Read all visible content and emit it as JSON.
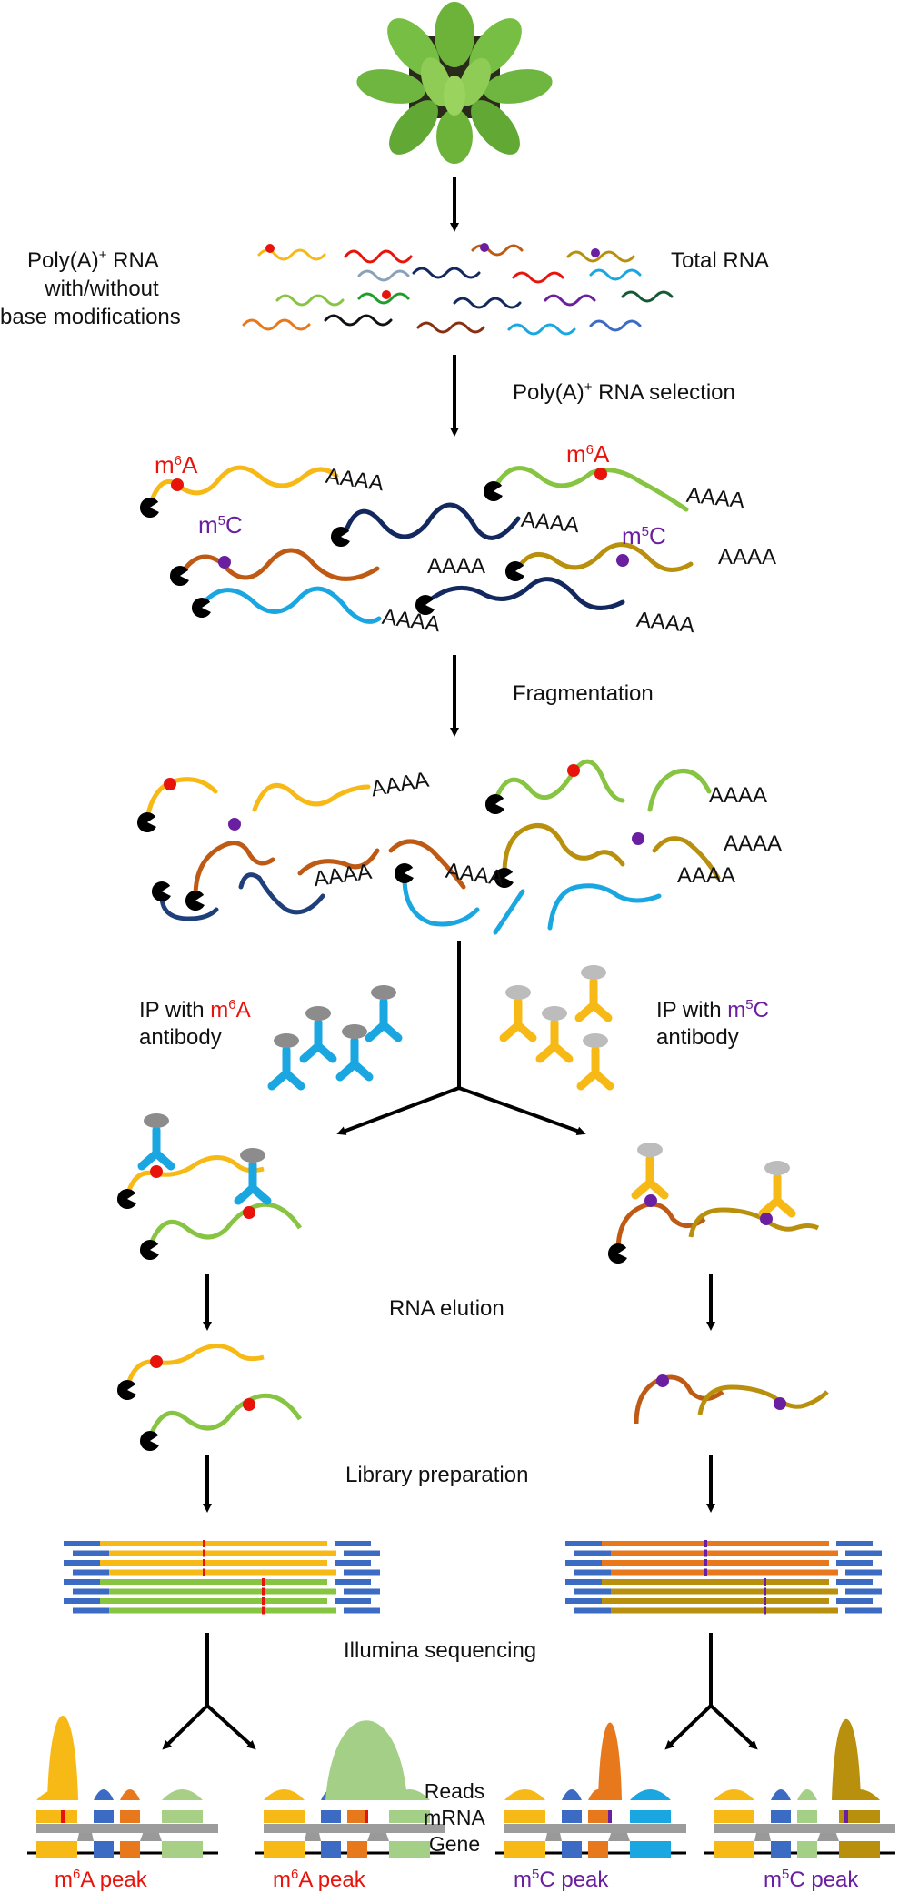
{
  "labels": {
    "total_rna": "Total RNA",
    "polya_left_1": "Poly(A)",
    "polya_left_2": "RNA",
    "polya_left_line2": "with/without",
    "polya_left_line3": "base modifications",
    "selection_1": "Poly(A)",
    "selection_2": "RNA selection",
    "plus": "+",
    "fragmentation": "Fragmentation",
    "ip_with": "IP with",
    "antibody": "antibody",
    "rna_elution": "RNA elution",
    "library_preparation": "Library preparation",
    "illumina_sequencing": "Illumina sequencing",
    "reads": "Reads",
    "mrna": "mRNA",
    "gene": "Gene",
    "tail": "AAAA"
  },
  "mods": {
    "m6a": {
      "base": "m",
      "sup": "6",
      "letter": "A"
    },
    "m5c": {
      "base": "m",
      "sup": "5",
      "letter": "C"
    }
  },
  "peaks": {
    "m6a": "peak",
    "m5c": "peak"
  },
  "colors": {
    "yellow": "#f7b915",
    "orange": "#e8781c",
    "green": "#86c442",
    "brown": "#bf5a14",
    "olive": "#b8900e",
    "navy": "#12285e",
    "cyan": "#1aa6e0",
    "blue": "#3c6bc4",
    "red": "#e8140c",
    "purple": "#6a1fa0",
    "gray": "#8c8c8c"
  }
}
